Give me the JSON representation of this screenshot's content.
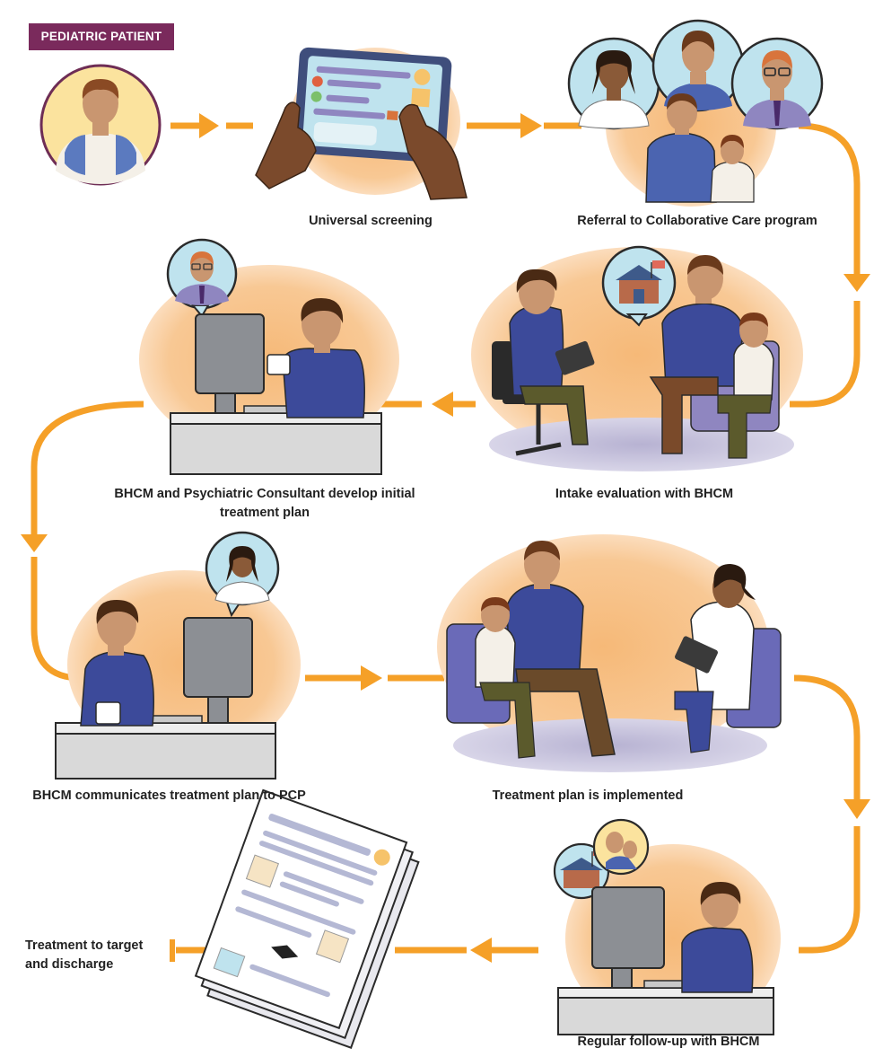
{
  "badge": "PEDIATRIC PATIENT",
  "steps": {
    "screening": "Universal screening",
    "referral": "Referral to Collaborative Care program",
    "intake": "Intake evaluation with BHCM",
    "plan": "BHCM and Psychiatric Consultant develop initial treatment plan",
    "communicate": "BHCM communicates treatment plan to PCP",
    "implement": "Treatment plan is implemented",
    "followup": "Regular follow-up with BHCM",
    "discharge": "Treatment to target and discharge"
  },
  "icons": {
    "patient": "child-avatar-icon",
    "tablet": "tablet-screening-icon",
    "care_team": "care-team-group-icon",
    "intake": "intake-meeting-scene-icon",
    "consultant": "psychiatric-consultant-at-computer-icon",
    "pcp": "bhcm-messaging-pcp-icon",
    "treatment": "treatment-session-icon",
    "followup": "followup-at-computer-icon",
    "documents": "discharge-documents-icon"
  },
  "colors": {
    "arrow": "#f5a028",
    "badge": "#7a2a5c",
    "blob": "#f6b978",
    "skin": "#c99670",
    "navy": "#3c4a9a",
    "olive": "#5b5a2c"
  }
}
